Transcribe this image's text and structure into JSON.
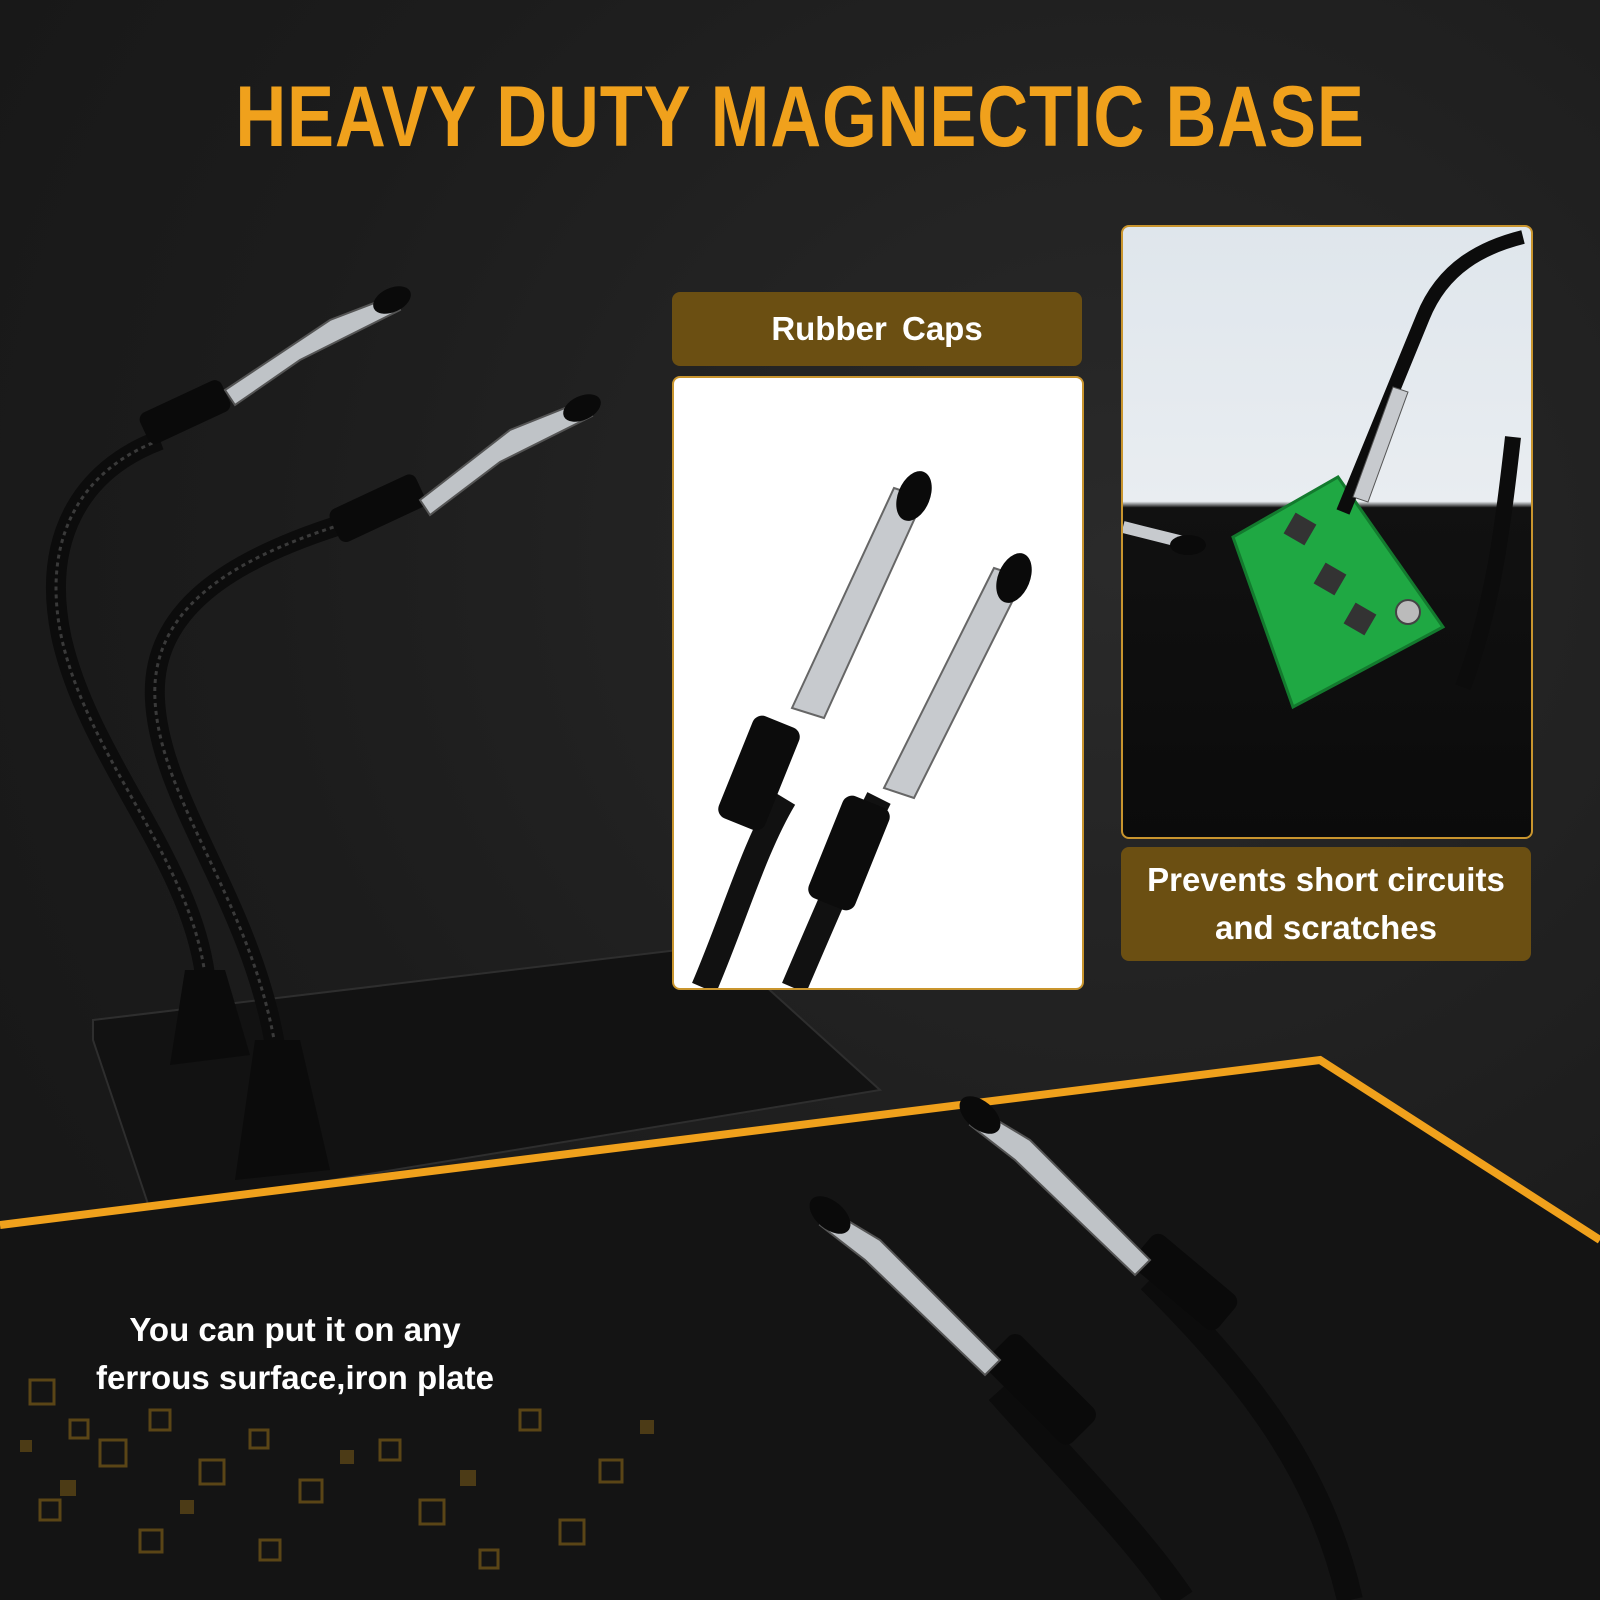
{
  "headline": "HEAVY DUTY MAGNECTIC BASE",
  "rubber_caps_label": "Rubber  Caps",
  "prevents_label": {
    "line1": "Prevents short circuits",
    "line2": "and scratches"
  },
  "footer_text": {
    "line1": "You can put it on any",
    "line2": "ferrous surface,iron plate"
  },
  "colors": {
    "accent": "#f0a11c",
    "label_bg": "#6b4f12",
    "background": "#1b1b1b",
    "pcb_green": "#1fa843"
  }
}
